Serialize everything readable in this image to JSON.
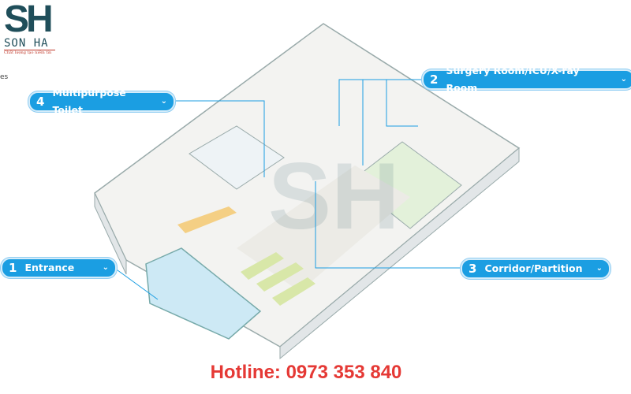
{
  "logo": {
    "mark": "SH",
    "name": "SON HA",
    "tagline": "Chất lượng tạo niềm tin"
  },
  "side_text": "es",
  "labels": [
    {
      "num": "4",
      "text": "Multipurpose Toilet"
    },
    {
      "num": "2",
      "text": "Surgery Room/ICU/X-ray Room"
    },
    {
      "num": "1",
      "text": "Entrance"
    },
    {
      "num": "3",
      "text": "Corridor/Partition"
    }
  ],
  "chevron_icon": "chevron-down-icon",
  "hotline": "Hotline: 0973 353 840",
  "colors": {
    "pill": "#1b9ee2",
    "hotline": "#e53935",
    "logo": "#1f4e5a"
  }
}
